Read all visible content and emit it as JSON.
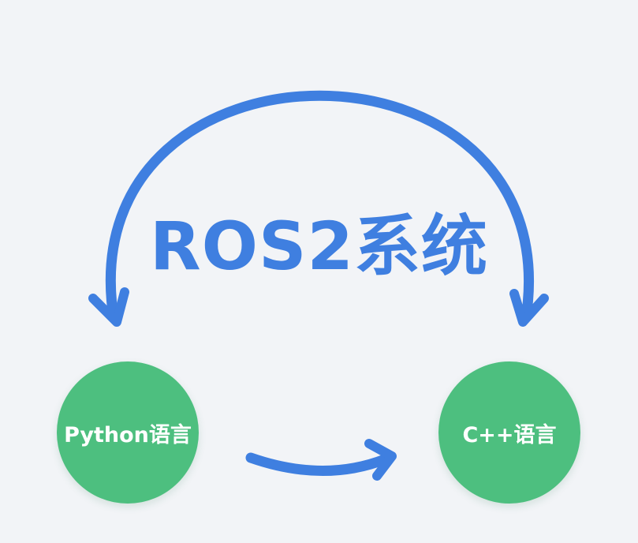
{
  "title": "ROS2系统",
  "nodes": {
    "left": {
      "label": "Python语言"
    },
    "right": {
      "label": "C++语言"
    }
  },
  "colors": {
    "background": "#f2f4f7",
    "title": "#3f7fe0",
    "arrow": "#3f7fe0",
    "node": "#4dbf7f",
    "node_text": "#ffffff"
  },
  "icons": {
    "top_arc": "curved-arrow-both-ends",
    "bottom_arrow": "curved-arrow-right"
  }
}
